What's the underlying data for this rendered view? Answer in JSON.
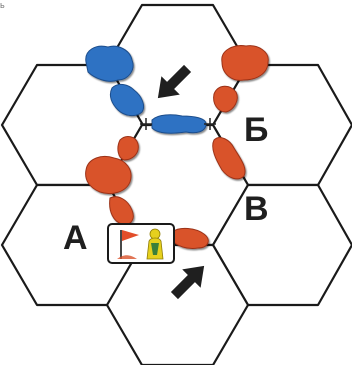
{
  "corner_mark": "ь",
  "labels": {
    "hex_a": "А",
    "hex_b": "Б",
    "hex_v": "В"
  },
  "icons": {
    "arrow": "black-arrow-icon",
    "blue_territory": "blue-land-icon",
    "red_territory": "red-land-icon",
    "bridge": "bridge-node-icon",
    "card": "flag-and-warrior-card-icon"
  },
  "colors": {
    "blue_piece": "#2f72c3",
    "red_piece": "#d9532c",
    "hex_outline": "#1a1a1a",
    "card_flag": "#e24d2a",
    "card_figure": "#e6d01e"
  }
}
